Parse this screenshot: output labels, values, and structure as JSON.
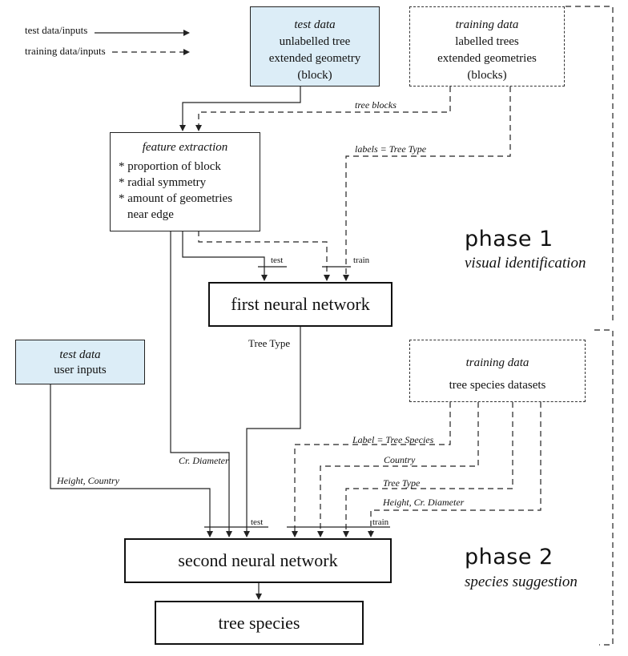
{
  "legend": {
    "test": "test data/inputs",
    "training": "training data/inputs"
  },
  "test_data_1": {
    "title": "test data",
    "line1": "unlabelled tree",
    "line2": "extended geometry",
    "line3": "(block)"
  },
  "training_data_1": {
    "title": "training data",
    "line1": "labelled trees",
    "line2": "extended geometries",
    "line3": "(blocks)"
  },
  "feature_extraction": {
    "title": "feature extraction",
    "items": [
      "* proportion of block",
      "* radial symmetry",
      "* amount of geometries",
      "near edge"
    ]
  },
  "first_nn": "first neural network",
  "second_nn": "second neural network",
  "tree_species": "tree species",
  "test_data_2": {
    "title": "test data",
    "line1": "user inputs"
  },
  "training_data_2": {
    "title": "training data",
    "line1": "tree species datasets"
  },
  "labels": {
    "tree_blocks": "tree blocks",
    "labels_tree_type": "labels = Tree Type",
    "test1": "test",
    "train1": "train",
    "tree_type": "Tree Type",
    "label_tree_species": "Label = Tree Species",
    "country": "Country",
    "tree_type_2": "Tree Type",
    "height_cr_diameter": "Height, Cr. Diameter",
    "cr_diameter": "Cr. Diameter",
    "height_country": "Height, Country",
    "test2": "test",
    "train2": "train"
  },
  "phase1": {
    "title": "phase 1",
    "subtitle": "visual identification"
  },
  "phase2": {
    "title": "phase 2",
    "subtitle": "species suggestion"
  },
  "colors": {
    "test_box_fill": "#dcedf7",
    "line": "#222222"
  }
}
